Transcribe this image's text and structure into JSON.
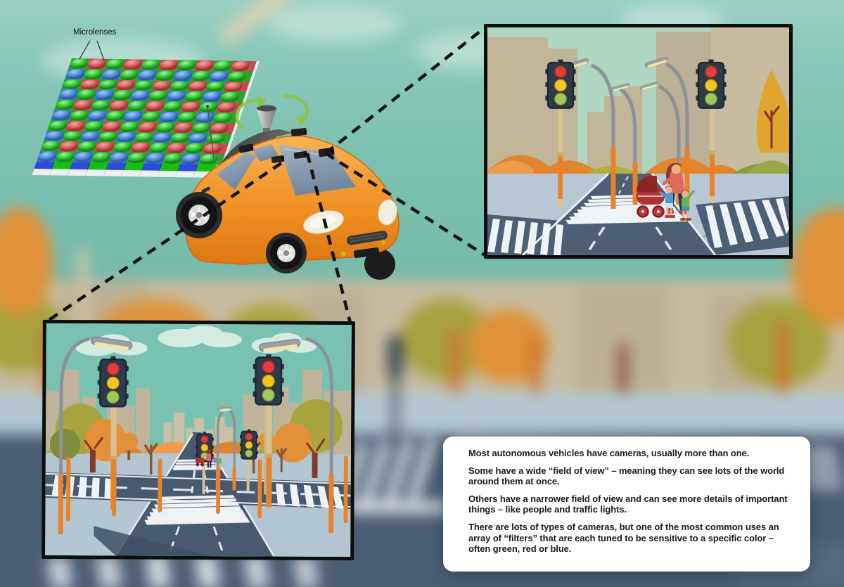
{
  "microlenses": {
    "label": "Microlenses",
    "rows": 10,
    "cols": 10,
    "pattern": [
      "GRGRGRGRGR",
      "BGBGBGBGBG",
      "GRGRGRGRGR",
      "BGBGBGBGBG",
      "GRGRGRGRGR",
      "BGBGBGBGBG",
      "GRGRGRGRGR",
      "BGBGBGBGBG",
      "GRGRGRGRGR",
      "BGBGBGBGBG"
    ]
  },
  "text_panel": {
    "paragraphs": [
      "Most autonomous vehicles have cameras, usually more than one.",
      "Some have a wide “field of view” – meaning they can see lots of the world around them at once.",
      "Others have a narrower field of view and can see more details of important things – like people and traffic lights.",
      "There are lots of types of cameras, but one of the most common uses an array of “filters” that are each tuned to be sensitive to a specific color – often green, red or blue."
    ]
  },
  "insets": {
    "narrow_view": "street intersection close-up with traffic lights and pedestrians crossing",
    "wide_view": "wide street intersection with traffic lights, lamps and trees"
  },
  "colors": {
    "panel_bg": "#ffffff",
    "text_color": "#1b1b1b",
    "frame_black": "#0d0d0d",
    "lens_green": "#3ecf3e",
    "lens_red": "#e06a6a",
    "lens_blue": "#5a96e4",
    "car_orange": "#f19124",
    "arrow_green": "#8dc63f",
    "glass_blue": "#8ba1b8",
    "traffic_red": "#e23c3c",
    "traffic_amber": "#f6c51f",
    "traffic_green": "#a2c957",
    "traffic_housing": "#2d3a48",
    "pole_orange": "#e8832c",
    "pole_tan": "#d7c193",
    "sky_teal": "#7cc0b0",
    "inset_sky_narrow": "#aed6c0",
    "inset_sky_wide": "#79c2b2",
    "road_slate": "#4b5d72",
    "crosswalk_white": "#eff3f6",
    "building_tan": "#c1b598"
  }
}
